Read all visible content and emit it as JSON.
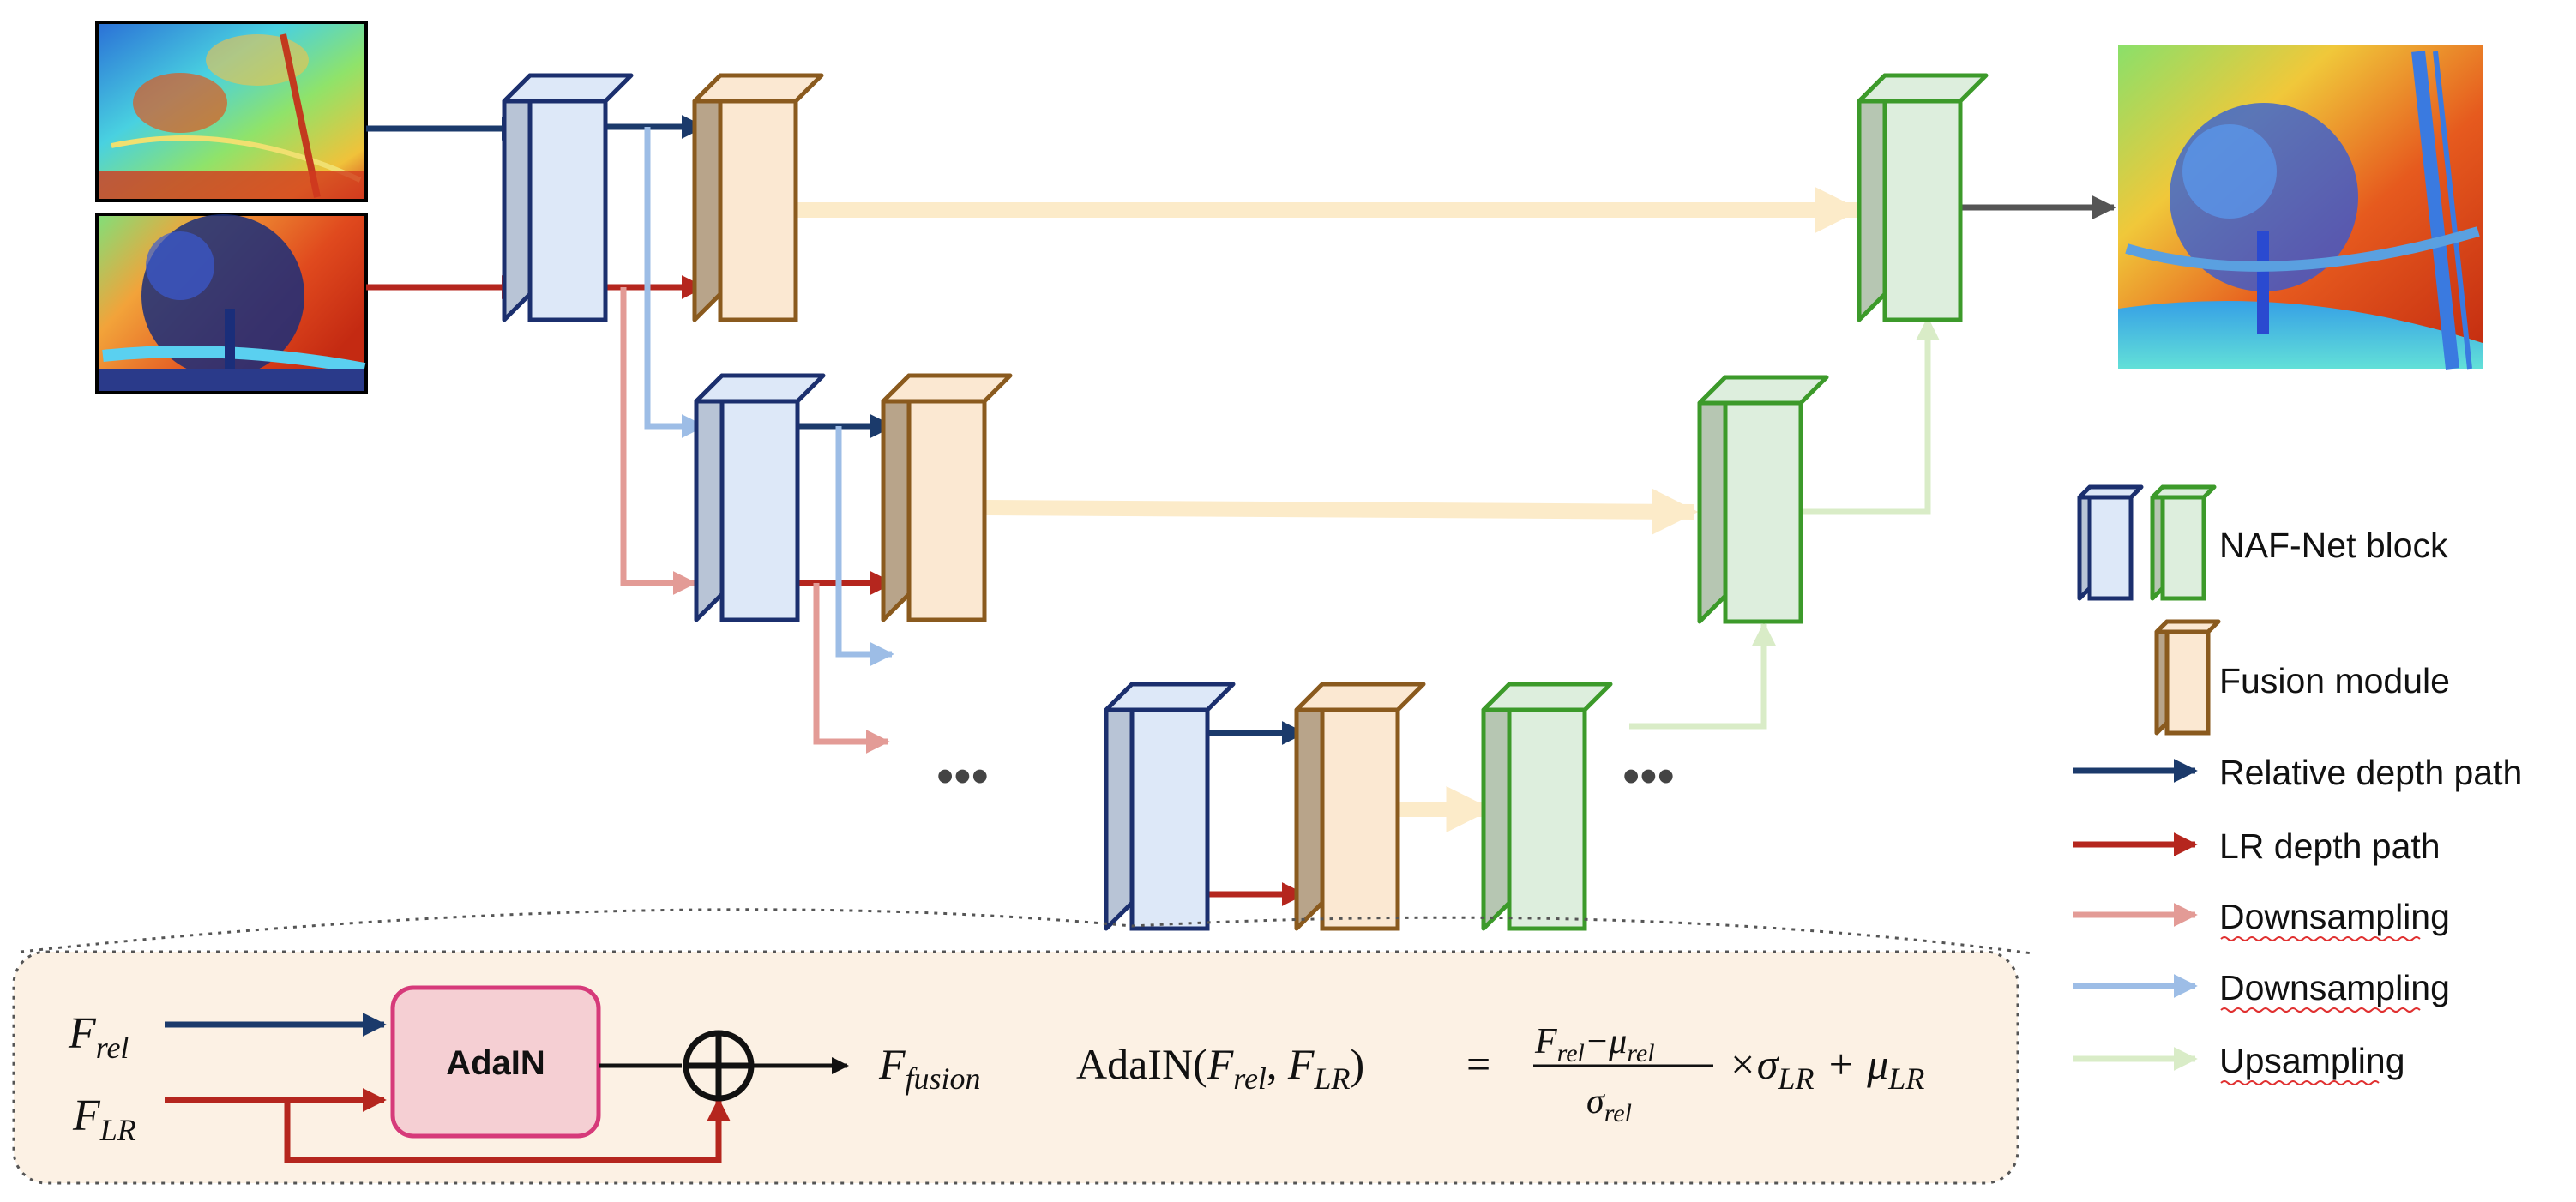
{
  "legend": {
    "naf_block": "NAF-Net block",
    "fusion_module": "Fusion module",
    "relative_path": "Relative depth path",
    "lr_path": "LR depth path",
    "downsampling_red": "Downsampling",
    "downsampling_blue": "Downsampling",
    "upsampling": "Upsampling"
  },
  "ellipsis": "•••",
  "formula": {
    "f_rel_base": "F",
    "f_rel_sub": "rel",
    "f_lr_base": "F",
    "f_lr_sub": "LR",
    "adain_box": "AdaIN",
    "f_fusion_base": "F",
    "f_fusion_sub": "fusion",
    "adain_func": "AdaIN(",
    "arg_rel_base": "F",
    "arg_rel_sub": "rel",
    "comma": ", ",
    "arg_lr_base": "F",
    "arg_lr_sub": "LR",
    "close_paren": ")",
    "equals": "=",
    "num_f": "F",
    "num_f_sub": "rel",
    "num_minus": "−",
    "num_mu": "μ",
    "num_mu_sub": "rel",
    "den_sigma": "σ",
    "den_sigma_sub": "rel",
    "times": "×",
    "sigma": "σ",
    "sigma_sub": "LR",
    "plus": "+",
    "mu": "μ",
    "mu_sub": "LR"
  },
  "colors": {
    "relative_path": "#1b3a6b",
    "lr_path": "#b5261e",
    "downsampling_red": "#e39b96",
    "downsampling_blue": "#9dbde6",
    "upsampling": "#d9ecc7",
    "skip": "#fcebc9",
    "output": "#555555",
    "encoder_block": "#1b2f6e",
    "fusion_block": "#8a5a1e",
    "decoder_block": "#3c9a2a"
  }
}
